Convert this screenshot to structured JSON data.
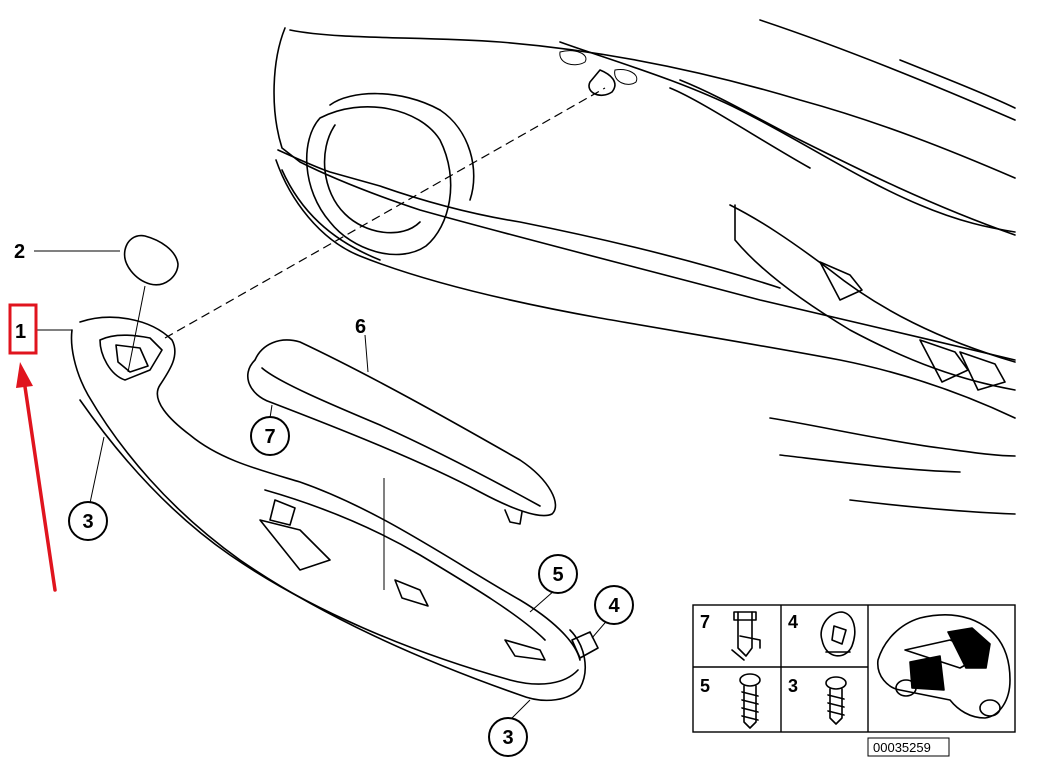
{
  "callouts": {
    "part_1": "1",
    "part_2": "2",
    "part_3_left": "3",
    "part_3_bottom": "3",
    "part_4": "4",
    "part_5": "5",
    "part_6": "6",
    "part_7": "7"
  },
  "legend": {
    "cell_7": "7",
    "cell_4": "4",
    "cell_5": "5",
    "cell_3": "3"
  },
  "reference_number": "00035259",
  "highlight_color": "#e0141e",
  "line_color": "#000000"
}
